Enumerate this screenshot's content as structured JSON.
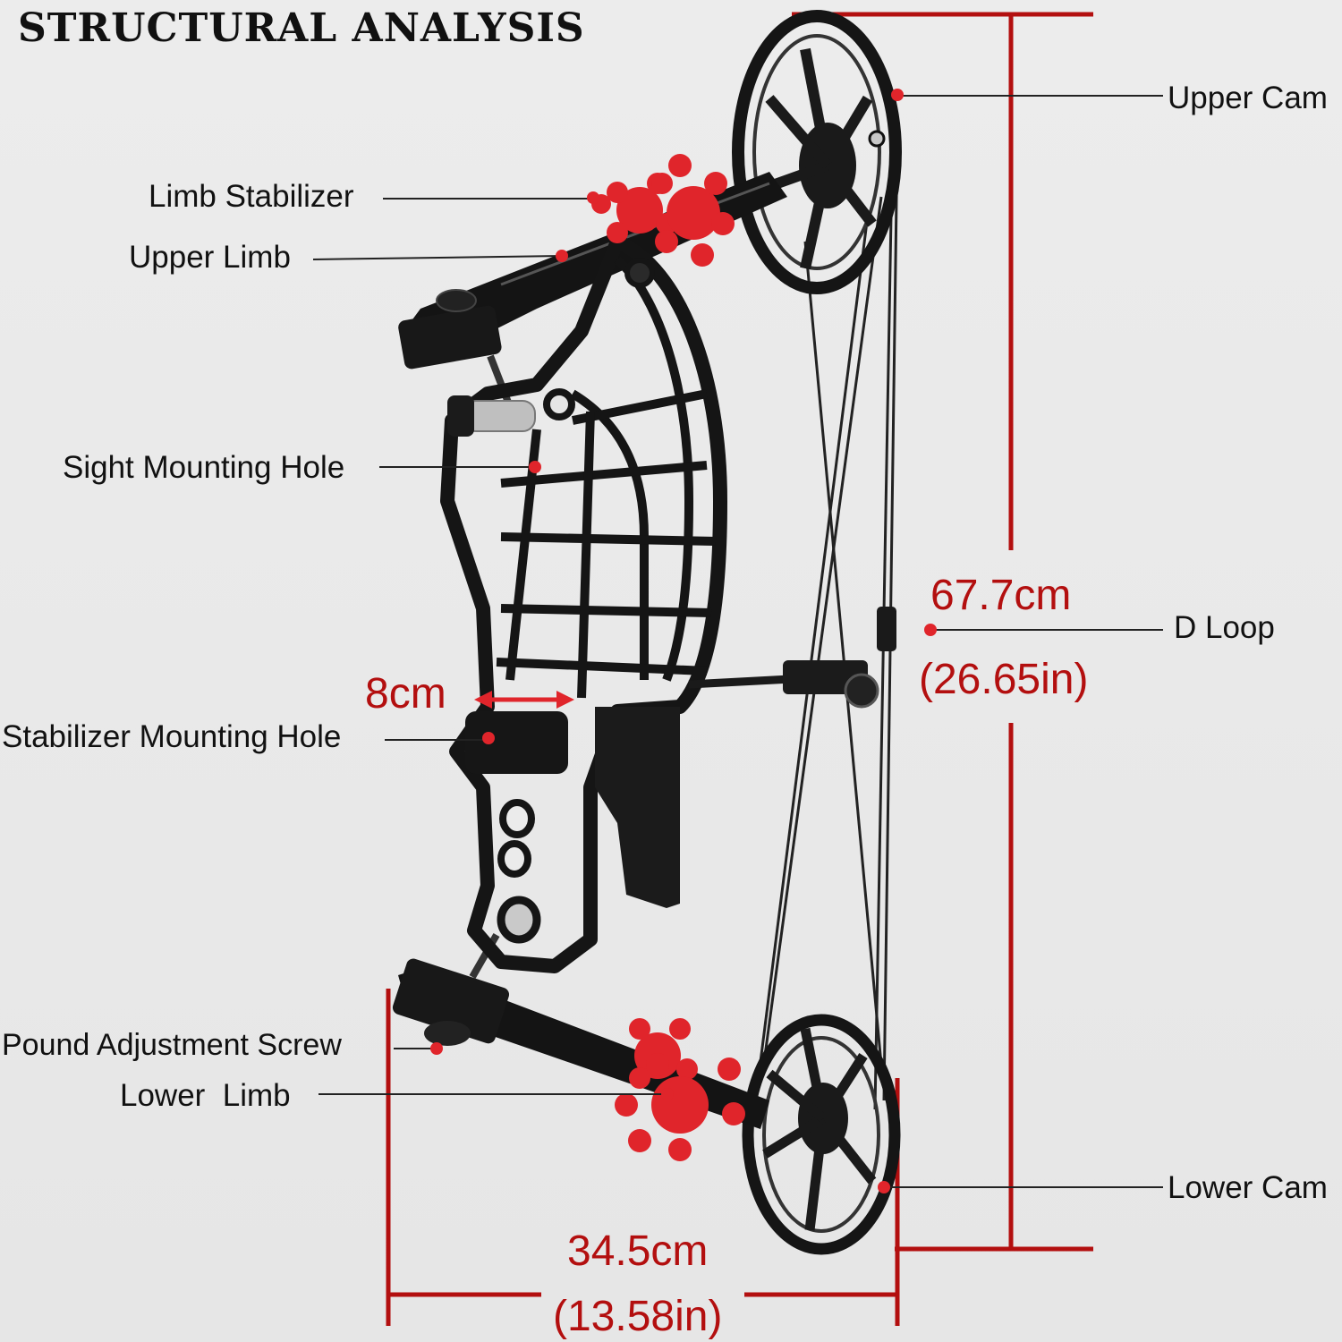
{
  "title": "STRUCTURAL ANALYSIS",
  "labels": {
    "upper_cam": "Upper Cam",
    "limb_stabilizer": "Limb Stabilizer",
    "upper_limb": "Upper Limb",
    "sight_mounting_hole": "Sight Mounting Hole",
    "d_loop": "D Loop",
    "stabilizer_mounting_hole": "Stabilizer Mounting Hole",
    "pound_adjustment_screw": "Pound Adjustment Screw",
    "lower_limb": "Lower  Limb",
    "lower_cam": "Lower Cam"
  },
  "dimensions": {
    "height_cm": "67.7cm",
    "height_in": "(26.65in)",
    "width_cm": "34.5cm",
    "width_in": "(13.58in)",
    "grip_width": "8cm"
  },
  "colors": {
    "dimension": "#b30f0f",
    "accent": "#e0252b",
    "bow": "#151515",
    "background": "#ebebeb"
  }
}
